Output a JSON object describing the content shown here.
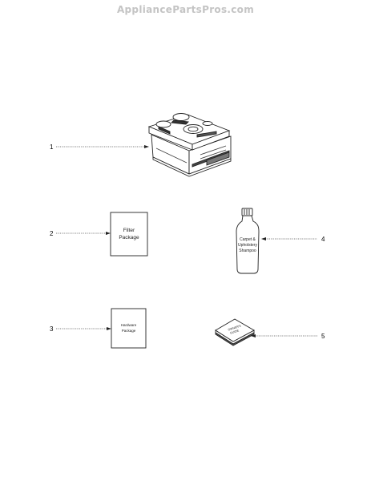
{
  "watermark": "AppliancePartsPros.com",
  "callouts": [
    "1",
    "2",
    "3",
    "4",
    "5"
  ],
  "filter_package": {
    "line1": "Filter",
    "line2": "Package"
  },
  "hardware_package": {
    "line1": "Hardware",
    "line2": "Package"
  },
  "shampoo": {
    "line1": "Carpet &",
    "line2": "Upholstery",
    "line3": "Shampoo"
  },
  "owners_guide": {
    "line1": "OWNER'S",
    "line2": "GUIDE"
  }
}
